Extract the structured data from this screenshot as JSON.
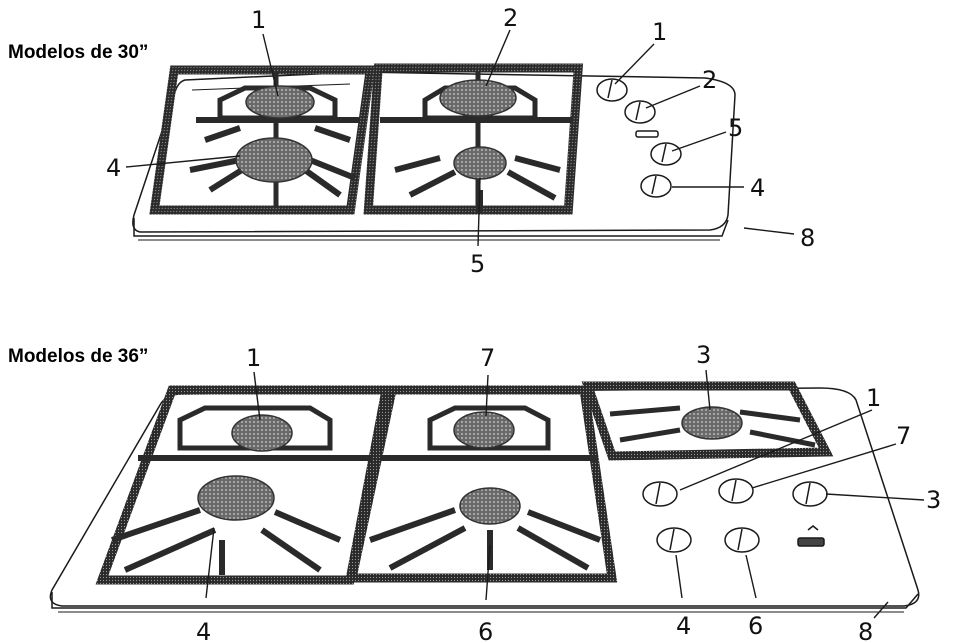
{
  "colors": {
    "line": "#1a1a1a",
    "grate": "#2a2a2a",
    "burner": "#4a4a4a",
    "bg": "#ffffff"
  },
  "models": [
    {
      "title": "Modelos de 30”",
      "burner_callouts": [
        "1",
        "2",
        "4",
        "5"
      ],
      "knob_callouts": [
        "1",
        "2",
        "5",
        "4"
      ],
      "edge_callout": "8"
    },
    {
      "title": "Modelos de 36”",
      "burner_callouts": [
        "1",
        "7",
        "3",
        "4",
        "6"
      ],
      "knob_callouts": [
        "1",
        "7",
        "3",
        "4",
        "6"
      ],
      "edge_callout": "8"
    }
  ]
}
